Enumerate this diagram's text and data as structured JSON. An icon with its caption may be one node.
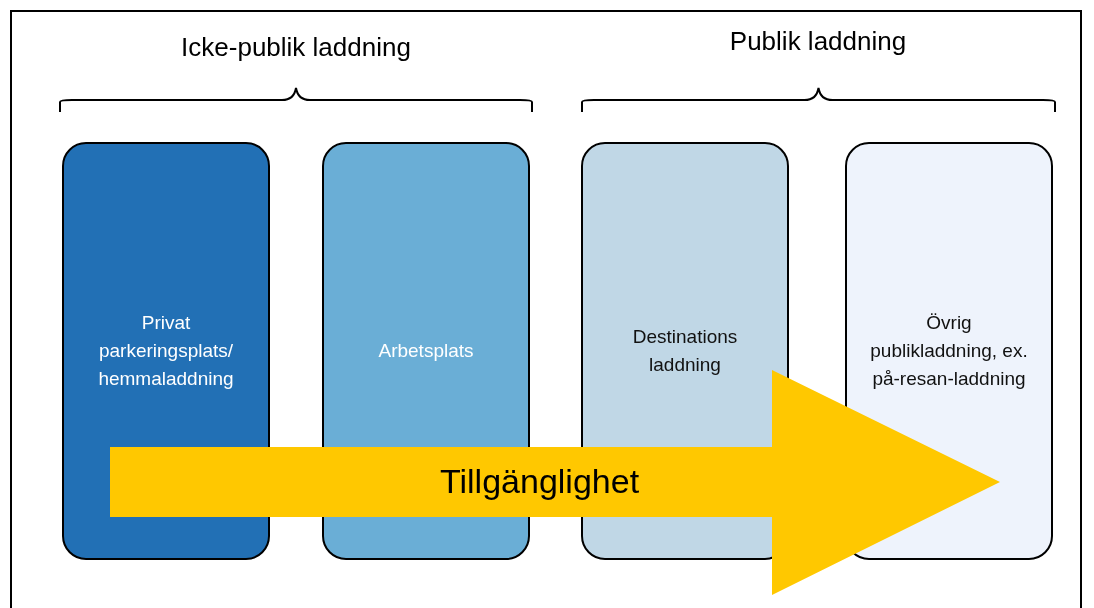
{
  "diagram": {
    "nodes": [
      {
        "text": [
          "Privat parkeringsplats/ hemmaladdning"
        ]
      },
      {
        "text": [
          "Arbetsplats"
        ]
      },
      {
        "text": [
          "Destinations laddning"
        ]
      },
      {
        "text": [
          "Övrig publikladdning, ex. på-resan-laddning"
        ]
      }
    ],
    "edges": [
      {
        "from": 0,
        "to": 3,
        "arrow": "to",
        "label": "Tillgänglighet"
      }
    ],
    "labels": [
      "Icke-publik laddning",
      "Publik laddning"
    ]
  }
}
